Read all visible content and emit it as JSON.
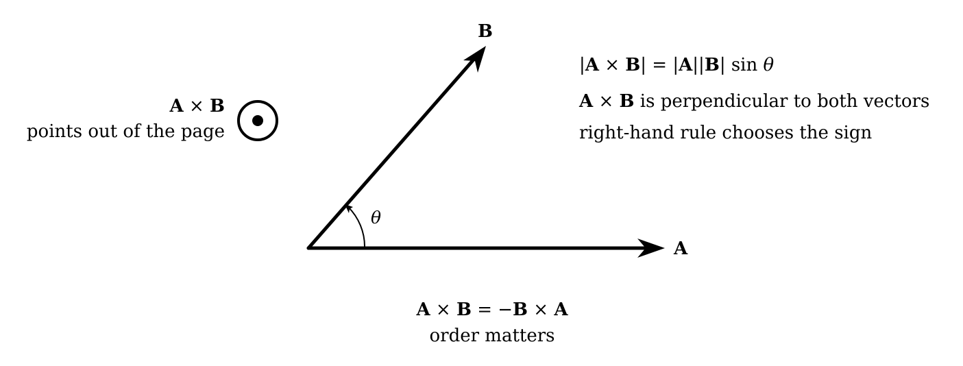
{
  "vectors": {
    "a_label": "A",
    "b_label": "B",
    "angle_label": "θ"
  },
  "out_of_page": {
    "product_a": "A",
    "product_op": " × ",
    "product_b": "B",
    "caption": "points out of the page"
  },
  "formulas": {
    "magnitude": {
      "bar1": "|",
      "a": "A",
      "times": " × ",
      "b": "B",
      "bar2": "| = |",
      "a2": "A",
      "bar3": "||",
      "b2": "B",
      "bar4": "| sin ",
      "theta": "θ"
    },
    "perpendicular": {
      "a": "A",
      "times": " × ",
      "b": "B",
      "rest": " is perpendicular to both vectors"
    },
    "right_hand": "right-hand rule chooses the sign"
  },
  "anticommute": {
    "a1": "A",
    "times1": " × ",
    "b1": "B",
    "eq": " = −",
    "b2": "B",
    "times2": " × ",
    "a2": "A",
    "caption": "order matters"
  }
}
